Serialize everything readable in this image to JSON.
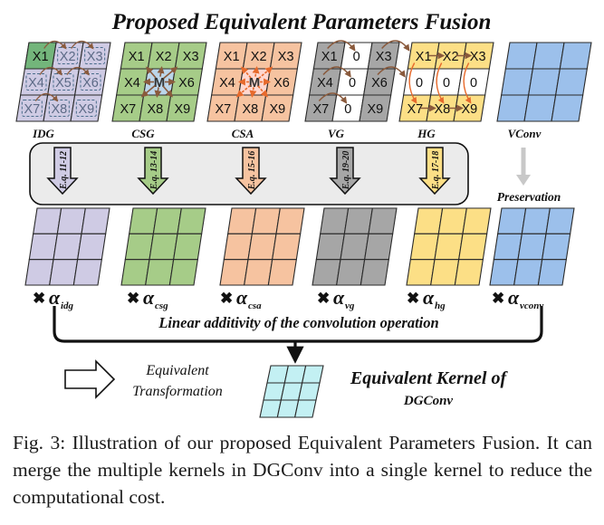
{
  "title": "Proposed Equivalent Parameters Fusion",
  "colors": {
    "idg": "#cfcbe4",
    "csg": "#a6cc88",
    "csa": "#f6c3a0",
    "vg": "#a6a6a6",
    "hg": "#fcdf86",
    "vconv": "#9cc0eb",
    "final": "#c3f0f3",
    "accent_green": "#73b57b",
    "arrow_brown": "#8a5a3c",
    "arrow_orange": "#e76a2c"
  },
  "top_kernels": [
    {
      "label": "IDG",
      "cells": [
        "X1",
        "X2",
        "X3",
        "X4",
        "X5",
        "X6",
        "X7",
        "X8",
        "X9"
      ]
    },
    {
      "label": "CSG",
      "cells": [
        "X1",
        "X2",
        "X3",
        "X4",
        "M",
        "X6",
        "X7",
        "X8",
        "X9"
      ]
    },
    {
      "label": "CSA",
      "cells": [
        "X1",
        "X2",
        "X3",
        "X4",
        "M",
        "X6",
        "X7",
        "X8",
        "X9"
      ]
    },
    {
      "label": "VG",
      "cells": [
        "X1",
        "0",
        "X3",
        "X4",
        "0",
        "X6",
        "X7",
        "0",
        "X9"
      ]
    },
    {
      "label": "HG",
      "cells": [
        "X1",
        "X2",
        "X3",
        "0",
        "0",
        "0",
        "X7",
        "X8",
        "X9"
      ]
    },
    {
      "label": "VConv",
      "cells": [
        "",
        "",
        "",
        "",
        "",
        "",
        "",
        "",
        ""
      ]
    }
  ],
  "equations": [
    "E.q. 11-12",
    "E.q. 13-14",
    "E.q. 15-16",
    "E.q. 19-20",
    "E.q. 17-18"
  ],
  "preservation_label": "Preservation",
  "alphas": [
    {
      "symbol": "α",
      "sub": "idg"
    },
    {
      "symbol": "α",
      "sub": "csg"
    },
    {
      "symbol": "α",
      "sub": "csa"
    },
    {
      "symbol": "α",
      "sub": "vg"
    },
    {
      "symbol": "α",
      "sub": "hg"
    },
    {
      "symbol": "α",
      "sub": "vconv"
    }
  ],
  "times_symbol": "✖",
  "linear_label": "Linear additivity of the convolution operation",
  "equiv_transform_line1": "Equivalent",
  "equiv_transform_line2": "Transformation",
  "equiv_kernel_line1": "Equivalent Kernel of",
  "equiv_kernel_line2": "DGConv",
  "caption": "Fig. 3: Illustration of our proposed Equivalent Parameters Fusion. It can merge the multiple kernels in DGConv into a single kernel to reduce the computational cost."
}
